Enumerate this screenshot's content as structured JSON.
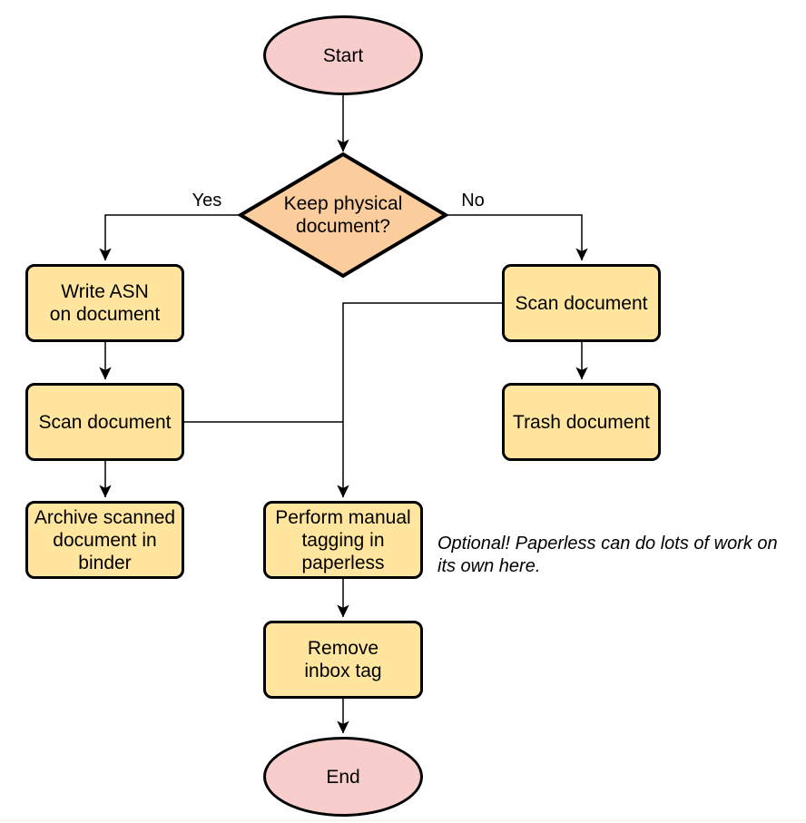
{
  "diagram": {
    "type": "flowchart",
    "background": "#ffffff",
    "colors": {
      "terminator_fill": "#F8CECC",
      "decision_fill": "#FBCD9C",
      "process_fill": "#FFE59D",
      "stroke": "#000000",
      "text": "#000000",
      "bottom_rule": "#F6F6EC"
    },
    "nodes": {
      "start": {
        "shape": "terminator",
        "lines": [
          "Start"
        ]
      },
      "keep_physical": {
        "shape": "decision",
        "lines": [
          "Keep physical",
          "document?"
        ]
      },
      "write_asn": {
        "shape": "process",
        "lines": [
          "Write ASN",
          "on document"
        ]
      },
      "scan_document_left": {
        "shape": "process",
        "lines": [
          "Scan document"
        ]
      },
      "archive_binder": {
        "shape": "process",
        "lines": [
          "Archive scanned",
          "document in",
          "binder"
        ]
      },
      "scan_document_right": {
        "shape": "process",
        "lines": [
          "Scan document"
        ]
      },
      "trash_document": {
        "shape": "process",
        "lines": [
          "Trash document"
        ]
      },
      "manual_tagging": {
        "shape": "process",
        "lines": [
          "Perform manual",
          "tagging in",
          "paperless"
        ]
      },
      "remove_inbox_tag": {
        "shape": "process",
        "lines": [
          "Remove",
          "inbox tag"
        ]
      },
      "end": {
        "shape": "terminator",
        "lines": [
          "End"
        ]
      }
    },
    "edge_labels": {
      "yes": "Yes",
      "no": "No"
    },
    "edges": [
      {
        "from": "start",
        "to": "keep_physical"
      },
      {
        "from": "keep_physical",
        "to": "write_asn",
        "label": "Yes"
      },
      {
        "from": "keep_physical",
        "to": "scan_document_right",
        "label": "No"
      },
      {
        "from": "write_asn",
        "to": "scan_document_left"
      },
      {
        "from": "scan_document_left",
        "to": "manual_tagging"
      },
      {
        "from": "scan_document_right",
        "to": "manual_tagging"
      },
      {
        "from": "scan_document_right",
        "to": "trash_document"
      },
      {
        "from": "manual_tagging",
        "to": "remove_inbox_tag"
      },
      {
        "from": "remove_inbox_tag",
        "to": "end"
      }
    ],
    "annotation": {
      "lines": [
        "Optional! Paperless can do lots of work on",
        "its own here."
      ]
    }
  }
}
